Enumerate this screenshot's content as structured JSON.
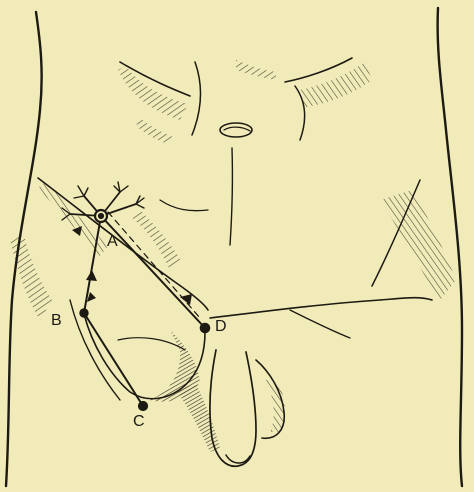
{
  "diagram": {
    "points": {
      "a": "A",
      "b": "B",
      "c": "C",
      "d": "D"
    },
    "colors": {
      "paper": "#f1ebb9",
      "ink": "#1c1a12"
    }
  }
}
